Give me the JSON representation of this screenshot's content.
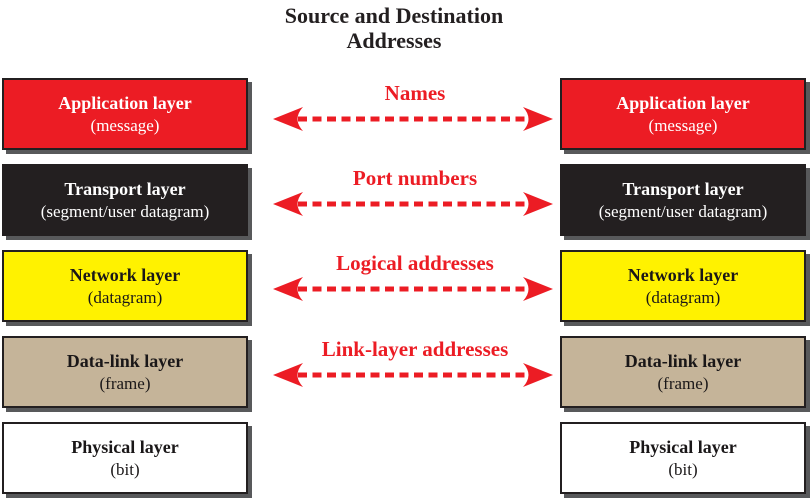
{
  "title": {
    "line1": "Source and Destination",
    "line2": "Addresses"
  },
  "layers": [
    {
      "name": "Application layer",
      "pdu": "(message)",
      "bg": "#ec1c24",
      "fg": "#ffffff"
    },
    {
      "name": "Transport layer",
      "pdu": "(segment/user datagram)",
      "bg": "#231f20",
      "fg": "#ffffff"
    },
    {
      "name": "Network layer",
      "pdu": "(datagram)",
      "bg": "#fff200",
      "fg": "#1a1718"
    },
    {
      "name": "Data-link layer",
      "pdu": "(frame)",
      "bg": "#c5b499",
      "fg": "#1a1718"
    },
    {
      "name": "Physical layer",
      "pdu": "(bit)",
      "bg": "#ffffff",
      "fg": "#1a1718"
    }
  ],
  "connectors": [
    {
      "label": "Names"
    },
    {
      "label": "Port numbers"
    },
    {
      "label": "Logical addresses"
    },
    {
      "label": "Link-layer addresses"
    }
  ],
  "colors": {
    "arrow_red": "#ec1c24",
    "box_shadow": "#58595b",
    "box_border": "#231f20",
    "title_text": "#231f20"
  }
}
